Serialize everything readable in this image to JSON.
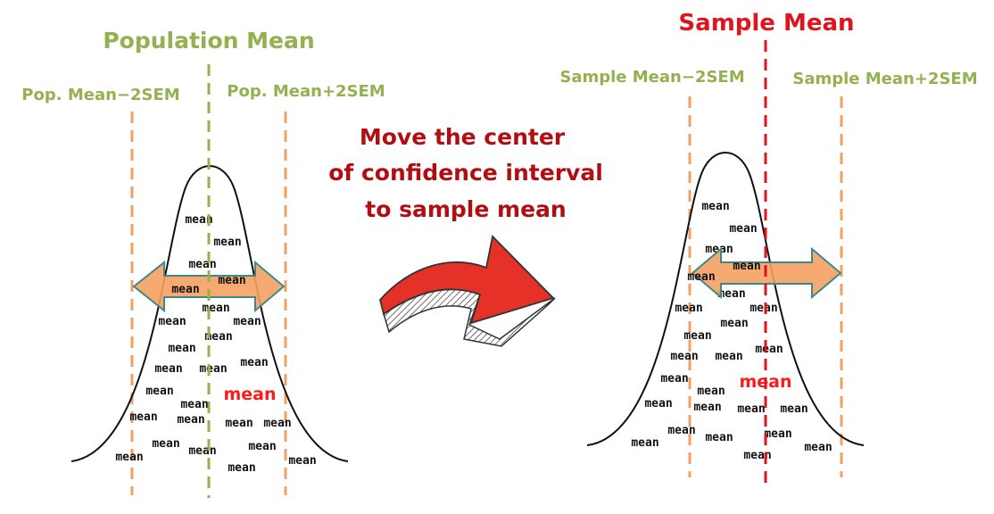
{
  "left": {
    "title": "Population Mean",
    "lower_label": "Pop. Mean−2SEM",
    "upper_label": "Pop. Mean+2SEM",
    "mean_word": "mean",
    "highlight_word": "mean",
    "colors": {
      "center_line": "#94b04f",
      "bound_lines": "#f0a060",
      "arrow_fill": "#f5a060",
      "arrow_stroke": "#3b8a8a"
    }
  },
  "middle": {
    "caption_lines": [
      "Move the center",
      "of confidence interval",
      "to sample mean"
    ],
    "arrow_icon": "curved-right-arrow-icon",
    "colors": {
      "caption": "#b00e12",
      "arrow_fill": "#e53128"
    }
  },
  "right": {
    "title": "Sample Mean",
    "lower_label": "Sample Mean−2SEM",
    "upper_label": "Sample Mean+2SEM",
    "mean_word": "mean",
    "highlight_word": "mean",
    "colors": {
      "center_line": "#e0141e",
      "bound_lines": "#f0a060",
      "arrow_fill": "#f5a060",
      "arrow_stroke": "#3b8a8a"
    }
  }
}
